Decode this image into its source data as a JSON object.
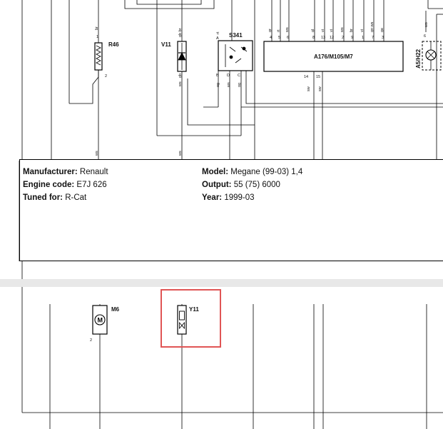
{
  "diagram_top": {
    "components": {
      "r46": "R46",
      "v11": "V11",
      "s341": "S341",
      "a176": "A176/M105/M7",
      "a5": "A5/H22"
    },
    "pins": {
      "r46_top": "1",
      "r46_bottom": "2",
      "s341_a": "A",
      "s341_b": "B",
      "s341_d": "D",
      "s341_c": "C",
      "a176_4": "4",
      "a176_5": "5",
      "a176_6": "6",
      "a176_8": "8",
      "a176_13": "13",
      "a176_12": "12",
      "a176_2": "2",
      "a176_9": "9",
      "a176_1": "1",
      "a176_7": "7",
      "a176_3": "3",
      "a176_14": "14",
      "a176_15": "15",
      "a5_6": "6"
    },
    "wires": {
      "r46_top": "br",
      "r46_bottom": "ws",
      "v11_top": "gb br",
      "v11_mid": "gb",
      "v11_low": "ws",
      "v11_bottom": "ws",
      "s341_top": "rt",
      "s341_b": "og",
      "s341_d": "ws",
      "s341_c": "og",
      "a176_4": "gr",
      "a176_5": "rt",
      "a176_6": "ws",
      "a176_8": "gl",
      "a176_13": "vi",
      "a176_12": "vi",
      "a176_2": "ws",
      "a176_9": "br",
      "a176_1": "vi",
      "a176_7": "gn ws",
      "a176_3": "ge",
      "a176_14": "sw",
      "a176_15": "sw",
      "a5_top": "ws"
    }
  },
  "info": {
    "manufacturer_label": "Manufacturer:",
    "manufacturer_value": "Renault",
    "engine_label": "Engine code:",
    "engine_value": "E7J 626",
    "tuned_label": "Tuned for:",
    "tuned_value": "R-Cat",
    "model_label": "Model:",
    "model_value": "Megane (99-03) 1,4",
    "output_label": "Output:",
    "output_value": "55 (75) 6000",
    "year_label": "Year:",
    "year_value": "1999-03"
  },
  "diagram_bottom": {
    "m6": "M6",
    "m6_pin": "2",
    "y11": "Y11"
  },
  "colors": {
    "highlight": "#e05555",
    "page_gap": "#e8e8e8"
  }
}
